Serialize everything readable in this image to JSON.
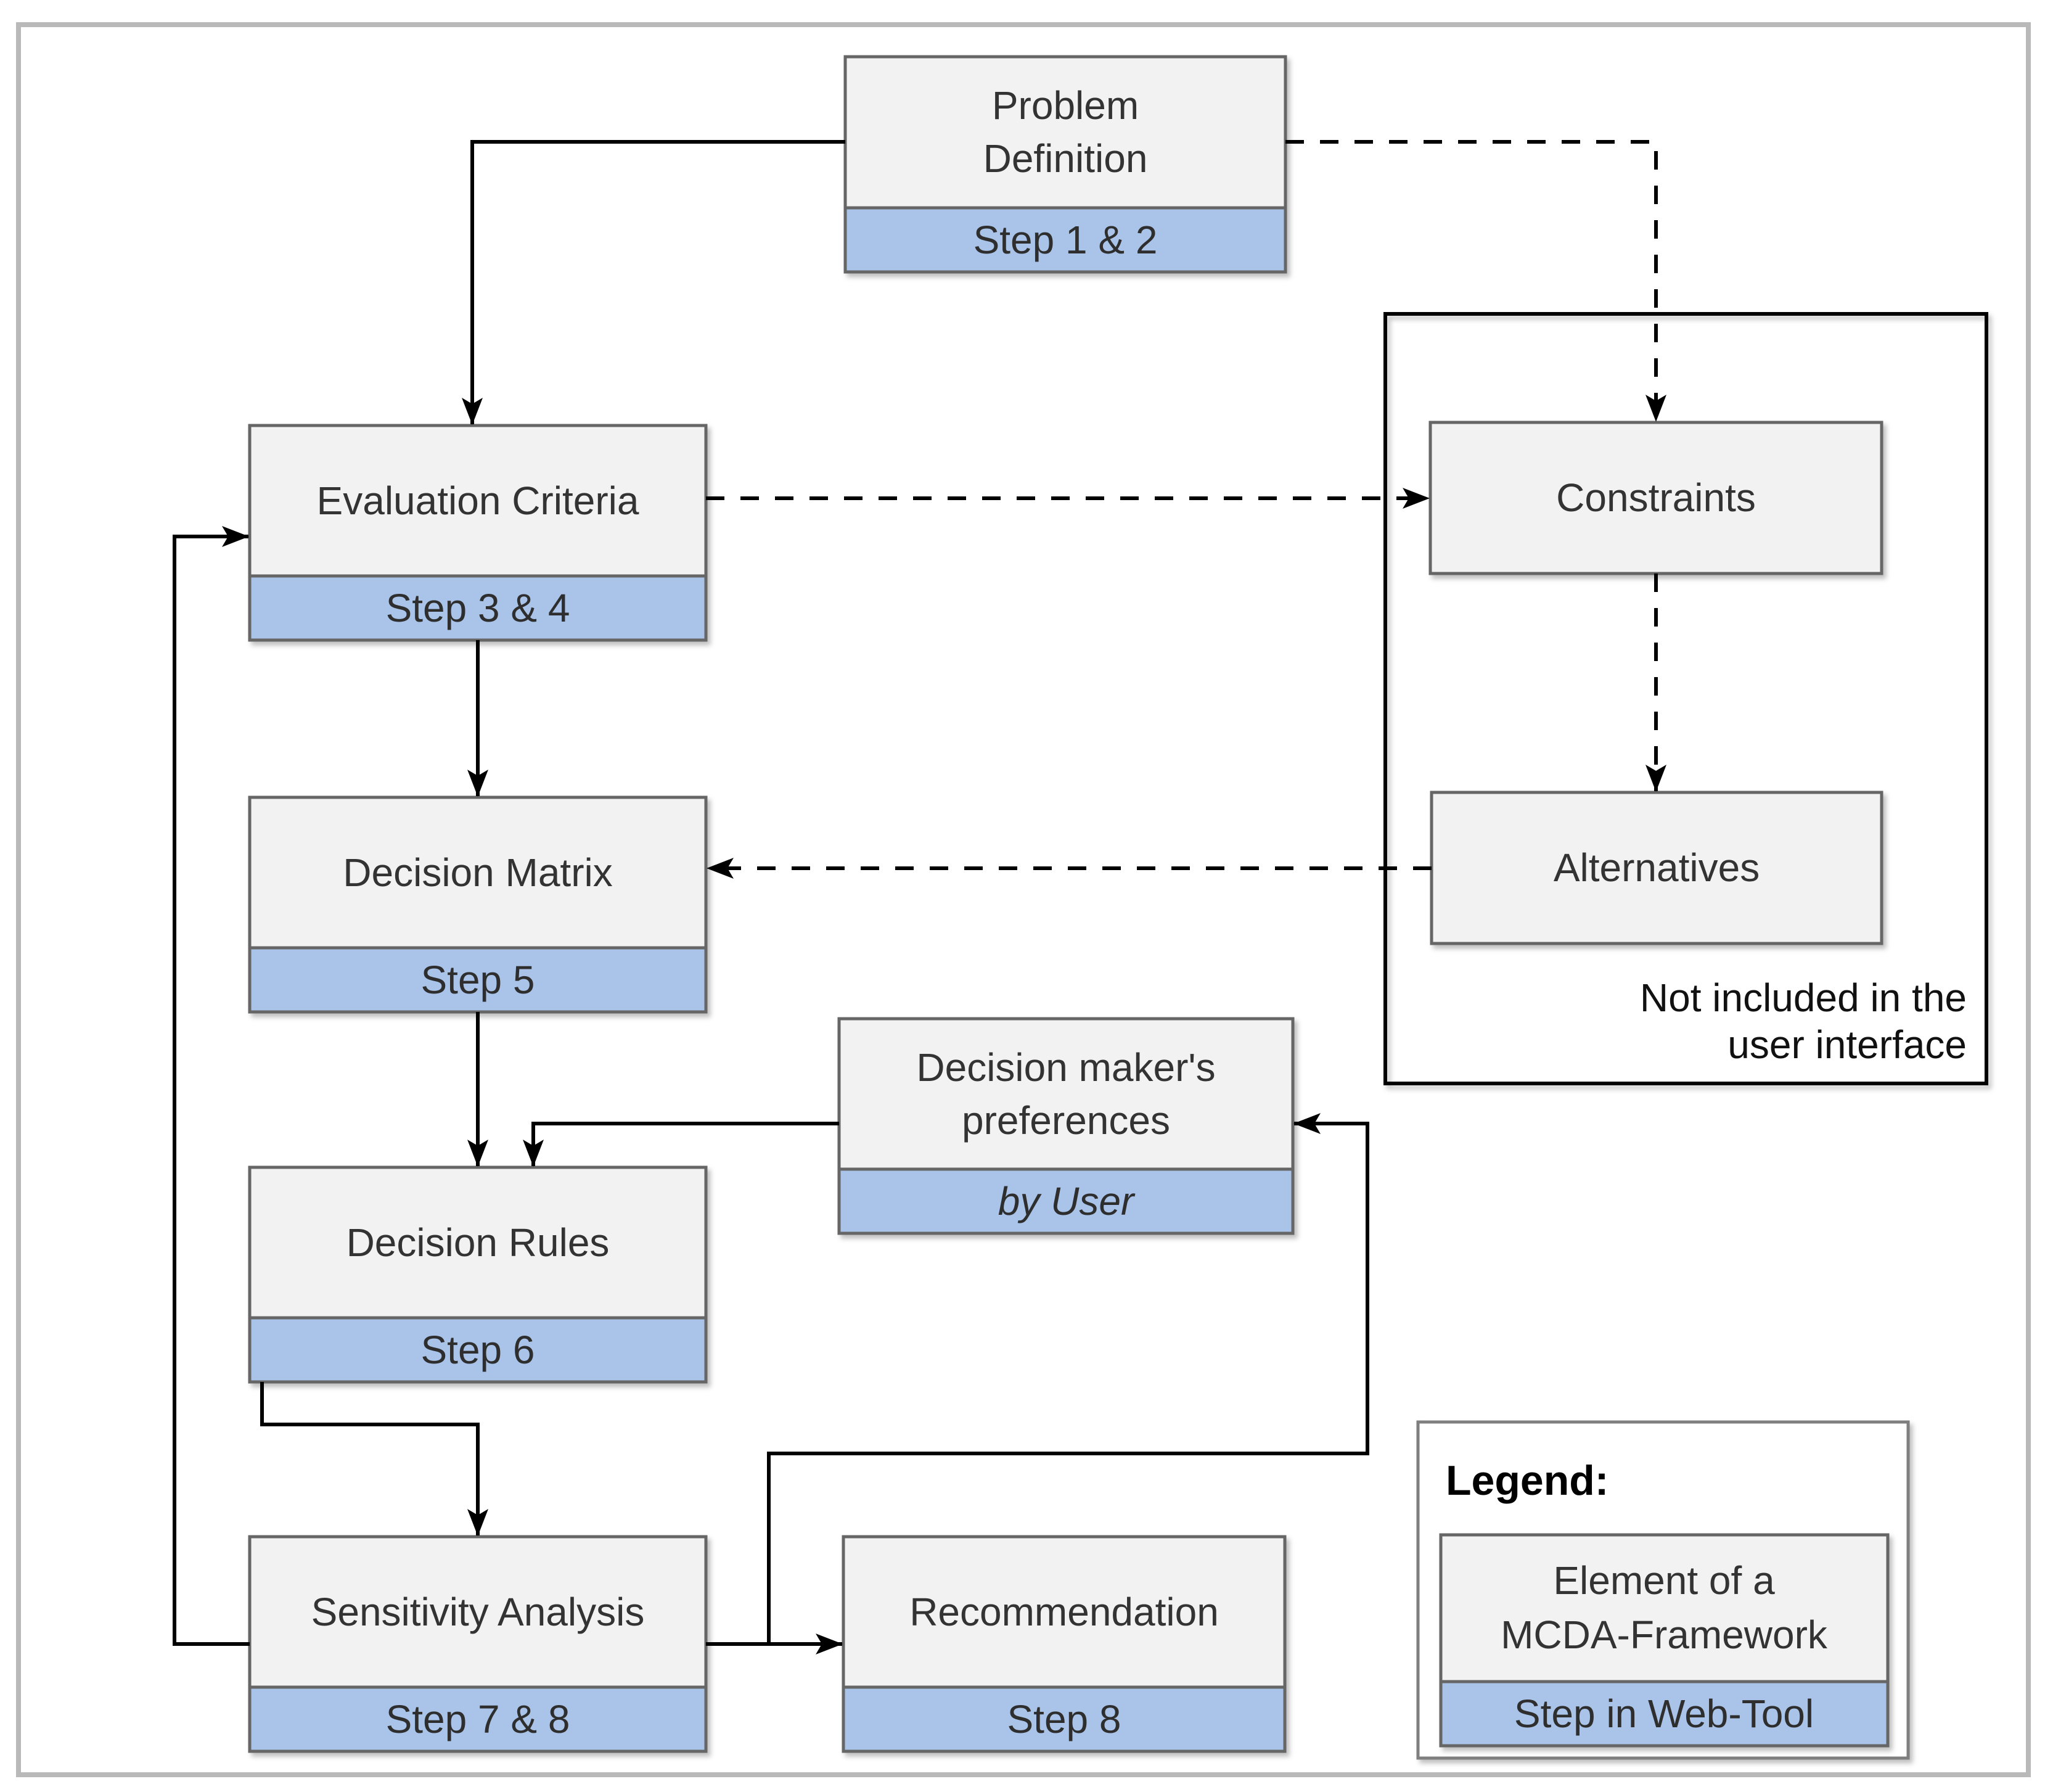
{
  "colors": {
    "box_fill": "#f2f2f2",
    "box_border": "#666666",
    "step_fill": "#a9c4e8",
    "line_color": "#000000",
    "text_color": "#333333",
    "note_color": "#111111",
    "frame_border": "#b9b9b9"
  },
  "nodes": {
    "problem_definition": {
      "line1": "Problem",
      "line2": "Definition",
      "step": "Step 1 & 2"
    },
    "evaluation_criteria": {
      "title": "Evaluation Criteria",
      "step": "Step 3 & 4"
    },
    "decision_matrix": {
      "title": "Decision Matrix",
      "step": "Step 5"
    },
    "decision_rules": {
      "title": "Decision Rules",
      "step": "Step 6"
    },
    "sensitivity_analysis": {
      "title": "Sensitivity Analysis",
      "step": "Step 7 & 8"
    },
    "recommendation": {
      "title": "Recommendation",
      "step": "Step 8"
    },
    "preferences": {
      "line1": "Decision maker's",
      "line2": "preferences",
      "step": "by User"
    },
    "constraints": {
      "title": "Constraints"
    },
    "alternatives": {
      "title": "Alternatives"
    }
  },
  "container_note": {
    "line1": "Not included in the",
    "line2": "user interface"
  },
  "legend": {
    "title": "Legend:",
    "sample": {
      "line1": "Element of  a",
      "line2": "MCDA-Framework",
      "step": "Step in Web-Tool"
    }
  }
}
